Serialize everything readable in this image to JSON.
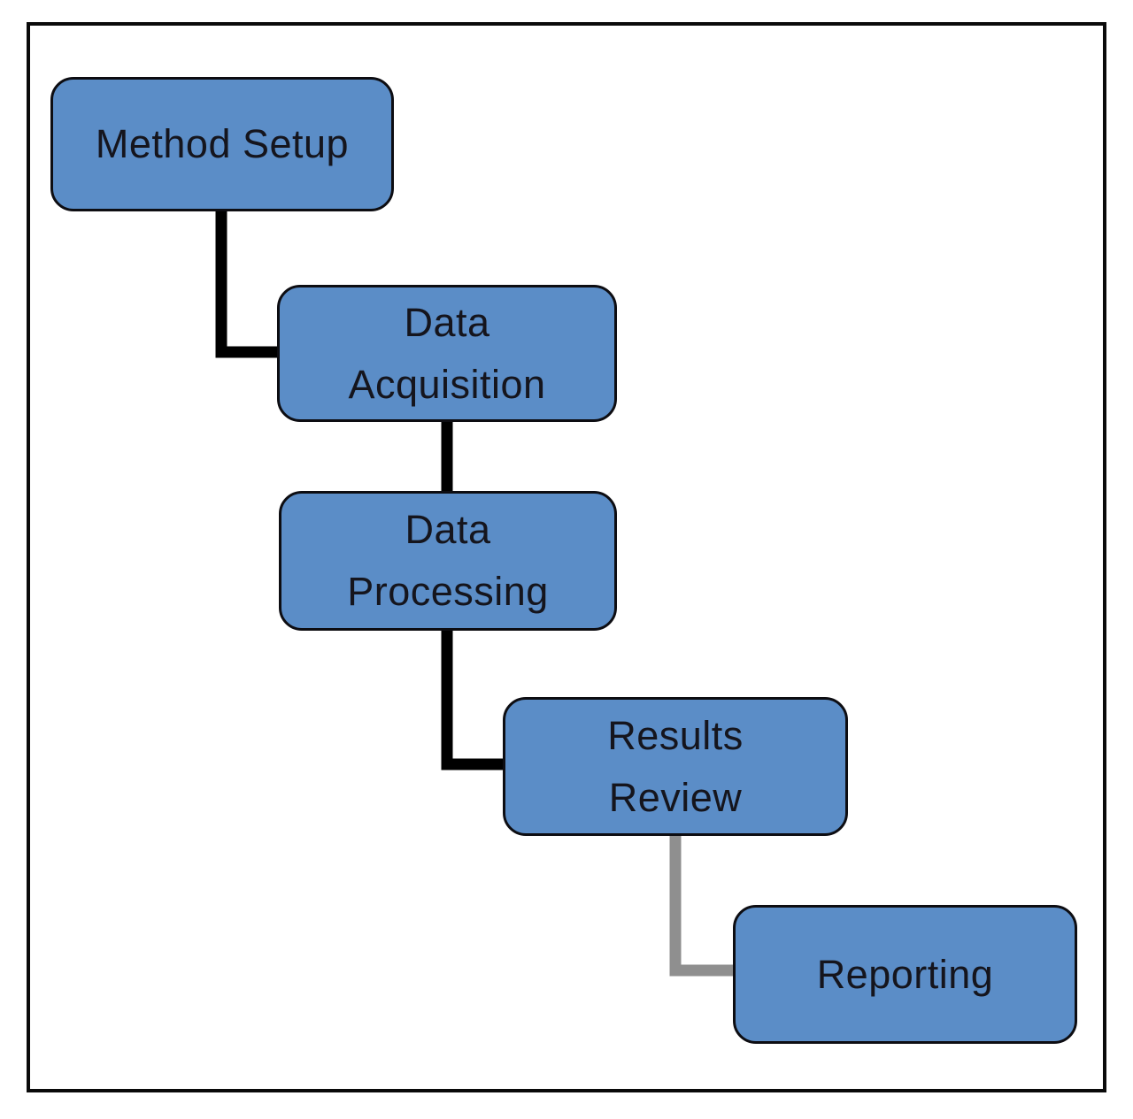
{
  "diagram": {
    "nodes": [
      {
        "id": "method-setup",
        "lines": [
          "Method Setup"
        ]
      },
      {
        "id": "data-acquisition",
        "lines": [
          "Data",
          "Acquisition"
        ]
      },
      {
        "id": "data-processing",
        "lines": [
          "Data",
          "Processing"
        ]
      },
      {
        "id": "results-review",
        "lines": [
          "Results",
          "Review"
        ]
      },
      {
        "id": "reporting",
        "lines": [
          "Reporting"
        ]
      }
    ],
    "colors": {
      "node-fill": "#5B8DC7",
      "node-border": "#0d0d12",
      "text": "#15151d",
      "connector": "#000000",
      "connector-muted": "#8f8f8f",
      "frame": "#0a0a0a"
    }
  }
}
